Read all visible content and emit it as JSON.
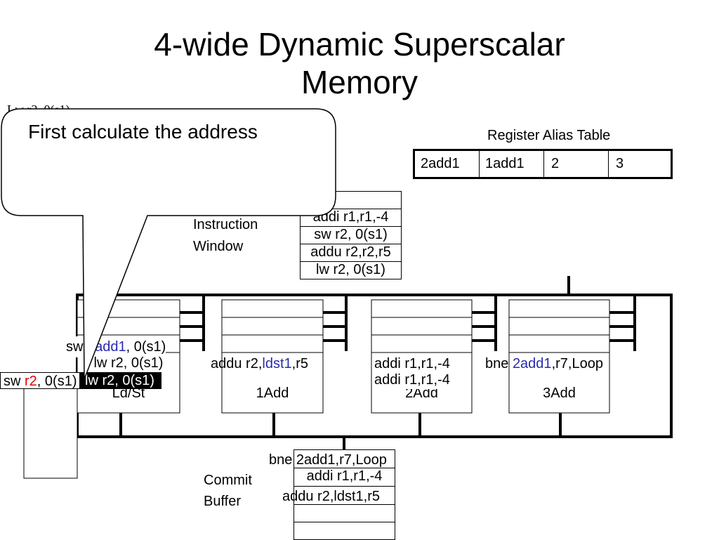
{
  "title_line1": "4-wide Dynamic Superscalar",
  "title_line2": "Memory",
  "stray_text": "Lw r2, 0(s1)",
  "callout": {
    "text": "First calculate the address"
  },
  "rat": {
    "label": "Register Alias Table",
    "cells": [
      "2add1",
      "1add1",
      "2",
      "3"
    ]
  },
  "instruction_window": {
    "label_line1": "Instruction",
    "label_line2": "Window",
    "entries": [
      "",
      "addi r1,r1,-4",
      "sw r2, 0(s1)",
      "addu r2,r2,r5",
      "lw r2, 0(s1)"
    ]
  },
  "units": [
    {
      "name": "Ld/St"
    },
    {
      "name": "1Add"
    },
    {
      "name": "2Add"
    },
    {
      "name": "3Add"
    }
  ],
  "ldst_queue": {
    "sw_prefix": "sw ",
    "sw_tag": "1add1",
    "sw_suffix": ", 0(s1)",
    "entry2": "lw r2, 0(s1)",
    "exec": "lw r2, 0(s1)",
    "sw_out_prefix": "sw ",
    "sw_out_reg": "r2",
    "sw_out_suffix": ", 0(s1)"
  },
  "add1_rs": {
    "prefix": "addu r2,",
    "tag": "ldst1",
    "suffix": ",r5"
  },
  "add2_rs": {
    "entry1": "addi r1,r1,-4",
    "entry2": "addi r1,r1,-4"
  },
  "add3_rs": {
    "prefix": "bne ",
    "tag": "2add1",
    "suffix": ",r7,Loop"
  },
  "commit": {
    "label_line1": "Commit",
    "label_line2": "Buffer",
    "entries": [
      "bne 2add1,r7,Loop",
      "addi r1,r1,-4",
      "addu r2,ldst1,r5",
      "",
      ""
    ]
  },
  "colors": {
    "tag_blue": "#2a2ab0",
    "reg_red": "#e00000"
  }
}
